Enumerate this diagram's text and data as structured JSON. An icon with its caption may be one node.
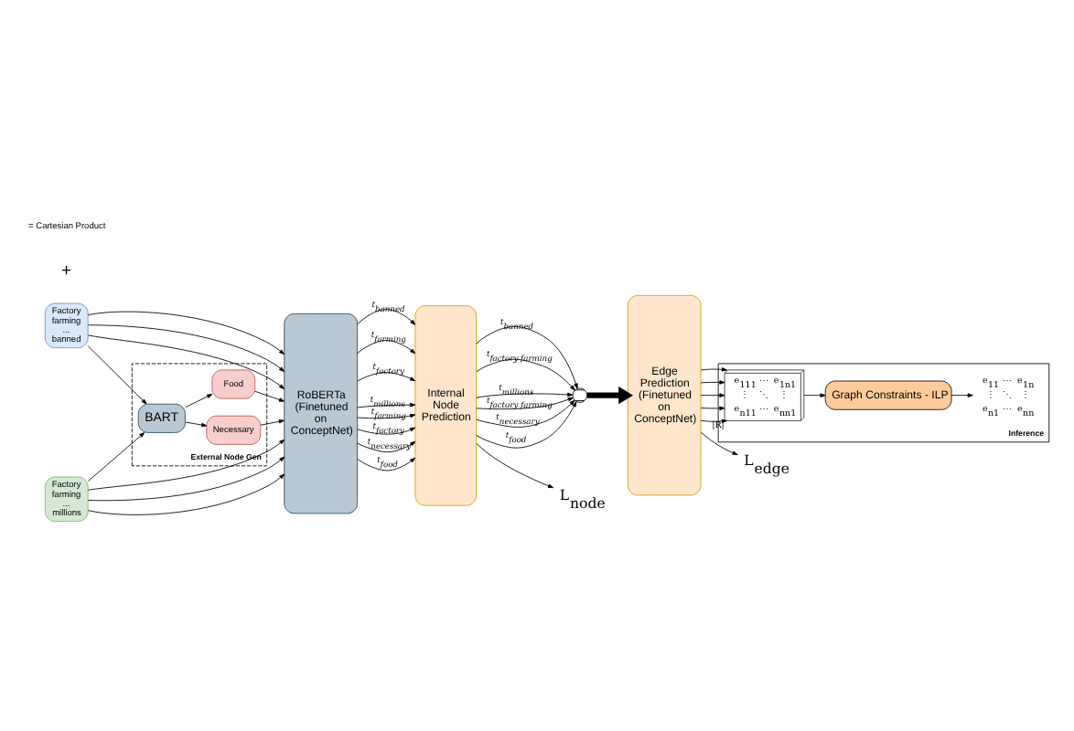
{
  "diagram": {
    "nodes": [
      {
        "text": [
          "Factory farming ... banned"
        ]
      },
      {
        "text": [
          "Factory farming ... millions"
        ]
      },
      {
        "text": [
          "External Node Gen"
        ]
      },
      {
        "text": [
          "BART"
        ],
        "in": 2
      },
      {
        "text": [
          "Necessary"
        ],
        "in": 2
      },
      {
        "text": [
          "Food"
        ],
        "in": 2
      },
      {
        "text": [
          "RoBERTa (Finetuned on ConceptNet)"
        ]
      },
      {
        "text": [
          "Internal Node Prediction"
        ]
      },
      {
        "text": [],
        "shape": "cross"
      },
      {
        "text": [
          "Edge Prediction (Finetuned on ConceptNet)"
        ]
      },
      {
        "text": [
          "Inference"
        ]
      },
      {
        "text": [
          "e$_{111}$ ⋯ e$_{1n1}$ ⋮ ⋱ ⋮ e$_{n11}$ ⋯ e$_{nn1}$"
        ],
        "in": 10,
        "beside": [
          "|R|"
        ]
      },
      {
        "text": [
          "Graph Constraints - ILP"
        ],
        "in": 10
      },
      {
        "text": [
          "e$_{11}$ ⋯ e$_{1n}$ ⋮ ⋱ ⋮ e$_{n1}$ ⋯ e$_{nn}$"
        ],
        "in": 10
      },
      {
        "text": [
          "L$_{node}$"
        ]
      },
      {
        "text": [
          "L$_{edge}$"
        ]
      }
    ],
    "edges": [
      {
        "from": 0,
        "to": 6,
        "arrow": "to"
      },
      {
        "from": 0,
        "to": 6,
        "arrow": "to"
      },
      {
        "from": 0,
        "to": 6,
        "arrow": "to"
      },
      {
        "from": 0,
        "to": 3,
        "arrow": "to"
      },
      {
        "from": 1,
        "to": 6,
        "arrow": "to"
      },
      {
        "from": 1,
        "to": 6,
        "arrow": "to"
      },
      {
        "from": 1,
        "to": 6,
        "arrow": "to"
      },
      {
        "from": 1,
        "to": 3,
        "arrow": "to"
      },
      {
        "from": 3,
        "to": 4,
        "arrow": "to"
      },
      {
        "from": 3,
        "to": 5,
        "arrow": "to"
      },
      {
        "from": 4,
        "to": 6,
        "arrow": "to"
      },
      {
        "from": 5,
        "to": 6,
        "arrow": "to"
      },
      {
        "from": 6,
        "to": 7,
        "arrow": "to",
        "label": "t$_{banned}$"
      },
      {
        "from": 6,
        "to": 7,
        "arrow": "to",
        "label": "t$_{farming}$"
      },
      {
        "from": 6,
        "to": 7,
        "arrow": "to",
        "label": "t$_{factory}$"
      },
      {
        "from": 6,
        "to": 7,
        "arrow": "to",
        "label": "t$_{millions}$"
      },
      {
        "from": 6,
        "to": 7,
        "arrow": "to",
        "label": "t$_{farming}$"
      },
      {
        "from": 6,
        "to": 7,
        "arrow": "to",
        "label": "t$_{factory}$"
      },
      {
        "from": 6,
        "to": 7,
        "arrow": "to",
        "label": "t$_{necessary}$"
      },
      {
        "from": 6,
        "to": 7,
        "arrow": "to",
        "label": "t$_{food}$"
      },
      {
        "from": 7,
        "to": 8,
        "arrow": "to",
        "label": "t$_{banned}$"
      },
      {
        "from": 7,
        "to": 8,
        "arrow": "to",
        "label": "t$_{factory farming}$"
      },
      {
        "from": 7,
        "to": 8,
        "arrow": "to",
        "label": "t$_{millions}$"
      },
      {
        "from": 7,
        "to": 8,
        "arrow": "to",
        "label": "t$_{factory farming}$"
      },
      {
        "from": 7,
        "to": 8,
        "arrow": "to",
        "label": "t$_{necessary}$"
      },
      {
        "from": 7,
        "to": 8,
        "arrow": "to",
        "label": "t$_{food}$"
      },
      {
        "from": 8,
        "to": 9,
        "arrow": "to",
        "style": "thick"
      },
      {
        "from": 9,
        "to": 11,
        "arrow": "to"
      },
      {
        "from": 9,
        "to": 11,
        "arrow": "to"
      },
      {
        "from": 9,
        "to": 11,
        "arrow": "to"
      },
      {
        "from": 9,
        "to": 11,
        "arrow": "to"
      },
      {
        "from": 9,
        "to": 11,
        "arrow": "to"
      },
      {
        "from": 11,
        "to": 12,
        "arrow": "to"
      },
      {
        "from": 12,
        "to": 13,
        "arrow": "to"
      },
      {
        "from": 7,
        "to": 14,
        "arrow": "to"
      },
      {
        "from": 9,
        "to": 15,
        "arrow": "to"
      }
    ],
    "labels": [
      "+"
    ],
    "legend": [
      {
        "text": "= Cartesian Product"
      }
    ]
  }
}
